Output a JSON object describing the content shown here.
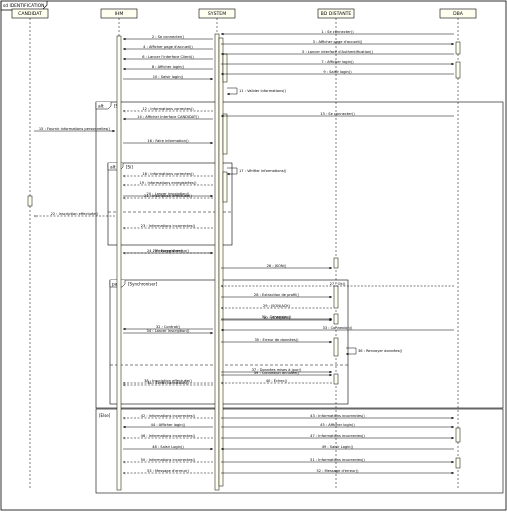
{
  "diagram": {
    "title": "sd IDENTIFICATION",
    "lifelines": [
      {
        "id": "cand",
        "name": "CANDIDAT"
      },
      {
        "id": "ihm",
        "name": "IHM"
      },
      {
        "id": "sys",
        "name": "SYSTEM"
      },
      {
        "id": "bdd",
        "name": "BD DISTANTE"
      },
      {
        "id": "dba",
        "name": "DBA"
      }
    ],
    "messages": [
      {
        "label": "1 : Se connecter()",
        "from": "dba",
        "to": "sys"
      },
      {
        "label": "2 : Se connecter()",
        "from": "sys",
        "to": "ihm"
      },
      {
        "label": "3 : Afficher page d'accueil()",
        "from": "sys",
        "to": "dba"
      },
      {
        "label": "4 : Afficher page d'accueil()",
        "from": "sys",
        "to": "ihm"
      },
      {
        "label": "5 : Lancer interface d'Authentification()",
        "from": "dba",
        "to": "sys"
      },
      {
        "label": "6 : Lancer l'interface Client()",
        "from": "sys",
        "to": "ihm"
      },
      {
        "label": "7 : Afficher login()",
        "from": "sys",
        "to": "dba"
      },
      {
        "label": "8 : Afficher login()",
        "from": "sys",
        "to": "ihm"
      },
      {
        "label": "9 : Saisir login()",
        "from": "dba",
        "to": "sys"
      },
      {
        "label": "10 : Saisir login()",
        "from": "ihm",
        "to": "sys"
      },
      {
        "label": "11 : Valider informations()",
        "from": "sys",
        "to": "sys"
      },
      {
        "label": "12 : Informations correctes()",
        "from": "sys",
        "to": "ihm"
      },
      {
        "label": "13 : Se connecter()",
        "from": "dba",
        "to": "sys"
      },
      {
        "label": "14 : Afficher Interface CANDIDAT()",
        "from": "sys",
        "to": "ihm"
      },
      {
        "label": "15 : Fournir informations personnelles()",
        "from": "cand",
        "to": "ihm"
      },
      {
        "label": "16 : Faire information()",
        "from": "ihm",
        "to": "sys"
      },
      {
        "label": "17 : Vérifier informations()",
        "from": "sys",
        "to": "sys"
      },
      {
        "label": "18 : Informations correctes()",
        "from": "sys",
        "to": "ihm"
      },
      {
        "label": "19 : Informations enregistrées()",
        "from": "sys",
        "to": "ihm"
      },
      {
        "label": "20 : Lancer inscription()",
        "from": "ihm",
        "to": "sys"
      },
      {
        "label": "21 : Inscription effectuée()",
        "from": "sys",
        "to": "ihm"
      },
      {
        "label": "22 : Inscription effectuée()",
        "from": "ihm",
        "to": "cand"
      },
      {
        "label": "23 : Informations incorrectes()",
        "from": "sys",
        "to": "ihm"
      },
      {
        "label": "24 : Message d'erreur()",
        "from": "sys",
        "to": "ihm"
      },
      {
        "label": "25 : Enregistrer()",
        "from": "ihm",
        "to": "sys"
      },
      {
        "label": "26 : JSON()",
        "from": "sys",
        "to": "bdd"
      },
      {
        "label": "27 : Ok()",
        "from": "dba",
        "to": "sys"
      },
      {
        "label": "28 : Extraction de profil()",
        "from": "sys",
        "to": "bdd"
      },
      {
        "label": "29 : JSON(ACK)",
        "from": "bdd",
        "to": "sys"
      },
      {
        "label": "30 : JSON(ACK)",
        "from": "sys",
        "to": "bdd"
      },
      {
        "label": "31 : Connexion()",
        "from": "sys",
        "to": "bdd"
      },
      {
        "label": "32 : Contrat()",
        "from": "sys",
        "to": "ihm"
      },
      {
        "label": "33 : Connexion()",
        "from": "dba",
        "to": "sys"
      },
      {
        "label": "34 : Lancer inscription()",
        "from": "ihm",
        "to": "sys"
      },
      {
        "label": "35 : Erreur de données()",
        "from": "sys",
        "to": "bdd"
      },
      {
        "label": "36 : Renvoyer données()",
        "from": "bdd",
        "to": "bdd"
      },
      {
        "label": "37 : Données mises à jour()",
        "from": "sys",
        "to": "bdd"
      },
      {
        "label": "38 : Inscription effectuée()",
        "from": "sys",
        "to": "ihm"
      },
      {
        "label": "39 : Connexion annulée()",
        "from": "sys",
        "to": "bdd"
      },
      {
        "label": "40 : Échec()",
        "from": "bdd",
        "to": "sys"
      },
      {
        "label": "41 : Échec connexion()",
        "from": "sys",
        "to": "ihm"
      },
      {
        "label": "42 : Informations incorrectes()",
        "from": "sys",
        "to": "ihm"
      },
      {
        "label": "43 : Informations incorrectes()",
        "from": "sys",
        "to": "dba"
      },
      {
        "label": "44 : Afficher login()",
        "from": "sys",
        "to": "ihm"
      },
      {
        "label": "45 : Afficher login()",
        "from": "sys",
        "to": "dba"
      },
      {
        "label": "46 : Informations incorrectes()",
        "from": "sys",
        "to": "ihm"
      },
      {
        "label": "47 : Informations incorrectes()",
        "from": "sys",
        "to": "dba"
      },
      {
        "label": "48 : Saisir Login()",
        "from": "ihm",
        "to": "sys"
      },
      {
        "label": "49 : Saisir Login()",
        "from": "dba",
        "to": "sys"
      },
      {
        "label": "50 : Informations incorrectes()",
        "from": "sys",
        "to": "ihm"
      },
      {
        "label": "51 : Informations incorrectes()",
        "from": "sys",
        "to": "dba"
      },
      {
        "label": "52 : Message d'erreur()",
        "from": "sys",
        "to": "dba"
      },
      {
        "label": "53 : Message d'erreur()",
        "from": "sys",
        "to": "ihm"
      }
    ],
    "fragments": [
      {
        "id": "alt-main",
        "operator": "alt",
        "guard": "[Si]"
      },
      {
        "id": "alt-insc",
        "operator": "alt",
        "guard": "[Si]"
      },
      {
        "id": "par-bdd",
        "operator": "par",
        "guard": "[Synchroniser]"
      },
      {
        "id": "else-main",
        "operator": "",
        "guard": "[Else]"
      }
    ]
  }
}
